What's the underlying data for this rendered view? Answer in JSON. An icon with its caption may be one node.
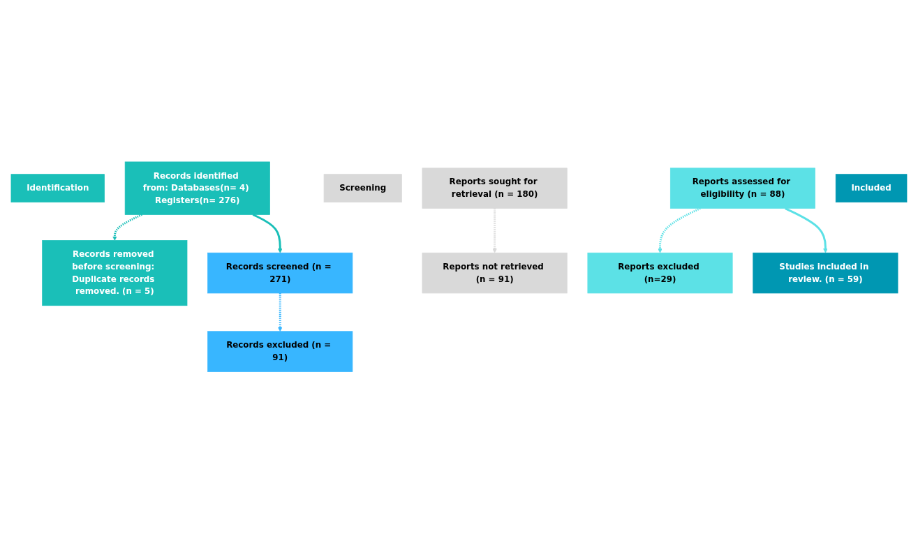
{
  "diagram": {
    "nodes": [
      {
        "text": [
          "Identification"
        ]
      },
      {
        "text": [
          "Records identified from: Databases(n= 4) Registers(n= 276)"
        ]
      },
      {
        "text": [
          "Records removed before screening: Duplicate records removed. (n = 5)"
        ]
      },
      {
        "text": [
          "Screening"
        ]
      },
      {
        "text": [
          "Records screened (n = 271)"
        ]
      },
      {
        "text": [
          "Records excluded (n = 91)"
        ]
      },
      {
        "text": [
          "Reports sought for retrieval (n = 180)"
        ]
      },
      {
        "text": [
          "Reports not retrieved (n = 91)"
        ]
      },
      {
        "text": [
          "Reports assessed for eligibility (n = 88)"
        ]
      },
      {
        "text": [
          "Reports excluded (n=29)"
        ]
      },
      {
        "text": [
          "Included"
        ]
      },
      {
        "text": [
          "Studies included in review. (n = 59)"
        ]
      }
    ],
    "edges": [
      {
        "from": 1,
        "to": 2,
        "arrow": "to",
        "style": "dashed",
        "color": "#1abfb8"
      },
      {
        "from": 1,
        "to": 4,
        "arrow": "to",
        "color": "#1abfb8"
      },
      {
        "from": 4,
        "to": 5,
        "arrow": "to",
        "style": "dashed",
        "color": "#38b6ff"
      },
      {
        "from": 6,
        "to": 7,
        "arrow": "to",
        "style": "dashed",
        "color": "#d9d9d9"
      },
      {
        "from": 8,
        "to": 9,
        "arrow": "to",
        "style": "dashed",
        "color": "#5ce1e6"
      },
      {
        "from": 8,
        "to": 11,
        "arrow": "to",
        "color": "#5ce1e6"
      }
    ]
  }
}
